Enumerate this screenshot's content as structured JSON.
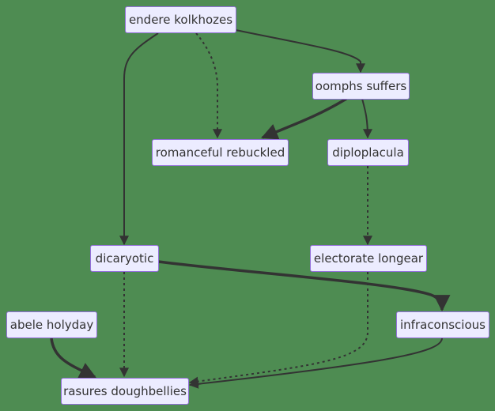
{
  "diagram": {
    "nodes": {
      "endere": "endere kolkhozes",
      "oomphs": "oomphs suffers",
      "romanceful": "romanceful rebuckled",
      "diploplacula": "diploplacula",
      "dicaryotic": "dicaryotic",
      "electorate": "electorate longear",
      "abele": "abele holyday",
      "infraconscious": "infraconscious",
      "rasures": "rasures doughbellies"
    },
    "edges": [
      {
        "from": "endere kolkhozes",
        "to": "oomphs suffers",
        "style": "solid"
      },
      {
        "from": "endere kolkhozes",
        "to": "romanceful rebuckled",
        "style": "dotted"
      },
      {
        "from": "endere kolkhozes",
        "to": "dicaryotic",
        "style": "solid"
      },
      {
        "from": "oomphs suffers",
        "to": "romanceful rebuckled",
        "style": "thick"
      },
      {
        "from": "oomphs suffers",
        "to": "diploplacula",
        "style": "solid"
      },
      {
        "from": "diploplacula",
        "to": "electorate longear",
        "style": "dotted"
      },
      {
        "from": "dicaryotic",
        "to": "infraconscious",
        "style": "thick"
      },
      {
        "from": "dicaryotic",
        "to": "rasures doughbellies",
        "style": "dotted"
      },
      {
        "from": "abele holyday",
        "to": "rasures doughbellies",
        "style": "thick"
      },
      {
        "from": "electorate longear",
        "to": "rasures doughbellies",
        "style": "dotted"
      },
      {
        "from": "infraconscious",
        "to": "rasures doughbellies",
        "style": "solid"
      }
    ]
  }
}
